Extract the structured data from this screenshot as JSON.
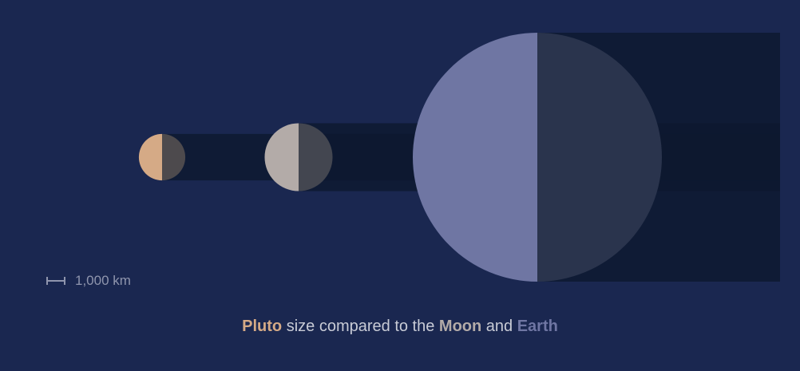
{
  "bodies": [
    {
      "name": "Pluto",
      "diameter_km": 2377,
      "lit_color": "#d5aa86",
      "shadow_color": "#4d4a4d"
    },
    {
      "name": "Moon",
      "diameter_km": 3474,
      "lit_color": "#b3aba8",
      "shadow_color": "#434650"
    },
    {
      "name": "Earth",
      "diameter_km": 12742,
      "lit_color": "#6f76a3",
      "shadow_color": "#2a344d"
    }
  ],
  "shadow_color": "#0d1930",
  "shadow_color_dark": "#0b1528",
  "scale_bar": {
    "value_km": 1000,
    "label": "1,000 km"
  },
  "caption": {
    "pluto": "Pluto",
    "text_1": " size compared to the ",
    "moon": "Moon",
    "text_2": " and ",
    "earth": "Earth"
  },
  "colors": {
    "background": "#1a2750",
    "caption_text": "#c8cbd6",
    "pluto": "#d5aa86",
    "moon": "#b3aba8",
    "earth": "#6f76a3",
    "scale": "#8f95ad"
  }
}
